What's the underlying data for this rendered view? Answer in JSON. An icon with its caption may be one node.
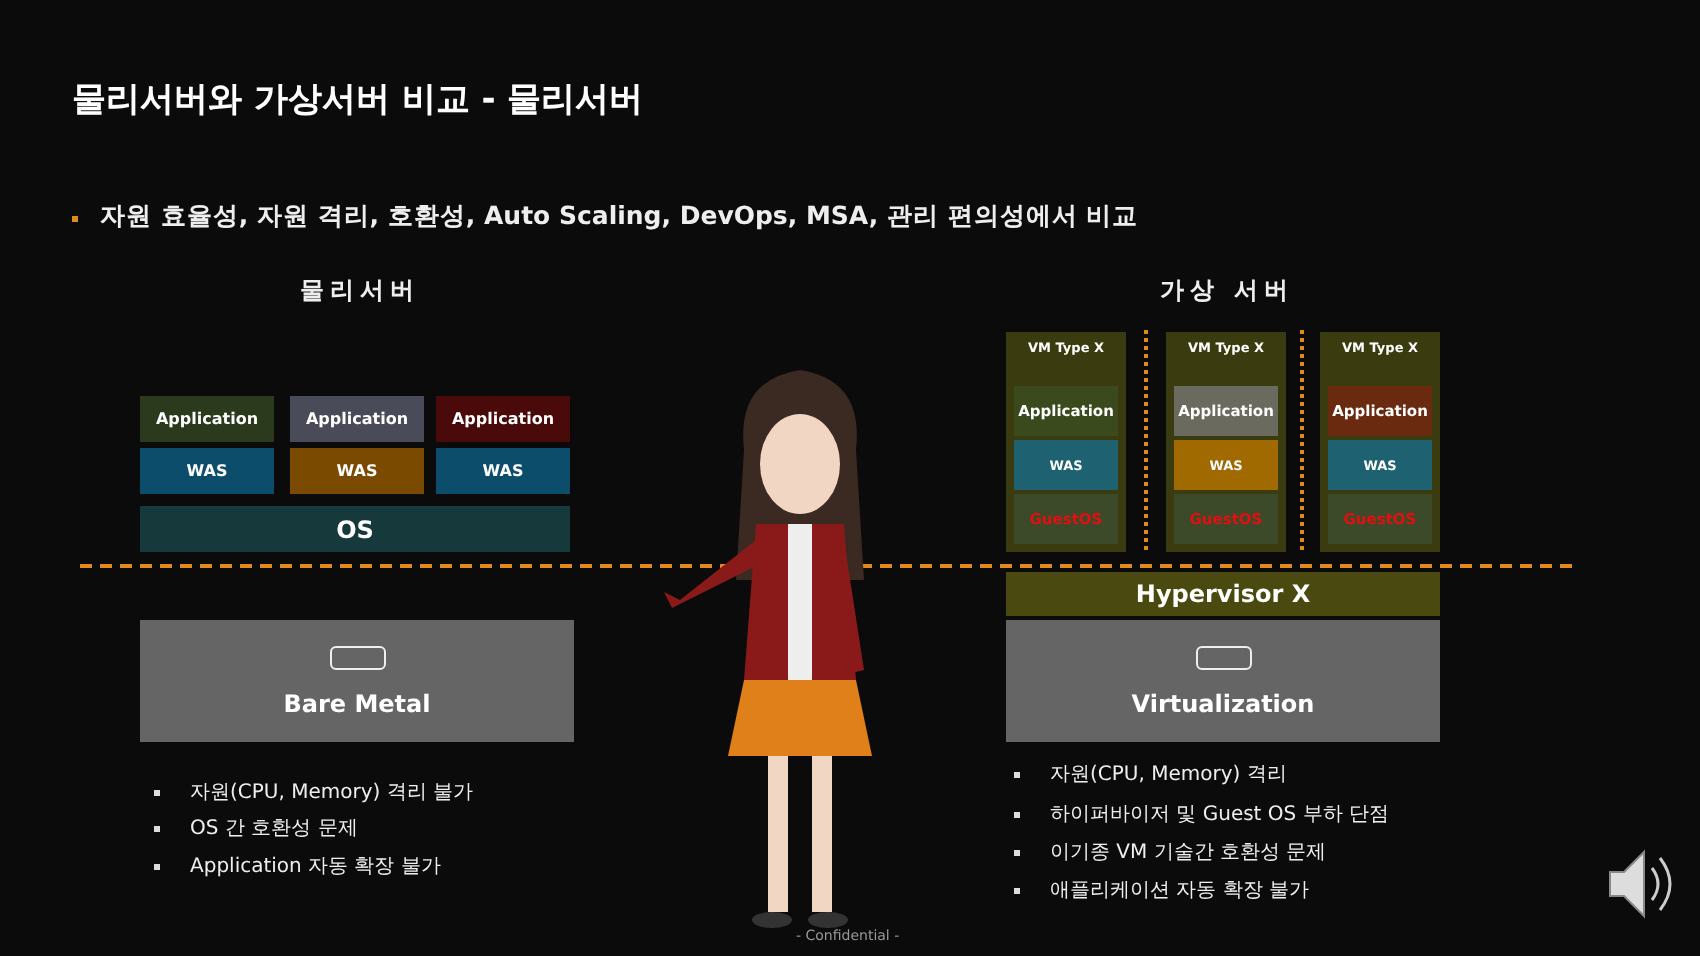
{
  "diagram": {
    "title": "물리서버와 가상서버 비교 - 물리서버",
    "nodes": [
      {
        "text": [
          "Application"
        ]
      },
      {
        "text": [
          "Application"
        ]
      },
      {
        "text": [
          "Application"
        ]
      },
      {
        "text": [
          "WAS"
        ]
      },
      {
        "text": [
          "WAS"
        ]
      },
      {
        "text": [
          "WAS"
        ]
      },
      {
        "text": [
          "OS"
        ]
      },
      {
        "text": [
          "VM Type X"
        ]
      },
      {
        "text": [
          "Application"
        ],
        "in": 7
      },
      {
        "text": [
          "WAS"
        ],
        "in": 7
      },
      {
        "text": [
          "GuestOS"
        ],
        "in": 7
      },
      {
        "text": [
          "VM Type X"
        ]
      },
      {
        "text": [
          "Application"
        ],
        "in": 11
      },
      {
        "text": [
          "WAS"
        ],
        "in": 11
      },
      {
        "text": [
          "GuestOS"
        ],
        "in": 11
      },
      {
        "text": [
          "VM Type X"
        ]
      },
      {
        "text": [
          "Application"
        ],
        "in": 15
      },
      {
        "text": [
          "WAS"
        ],
        "in": 15
      },
      {
        "text": [
          "GuestOS"
        ],
        "in": 15
      },
      {
        "text": [
          "Hypervisor X"
        ]
      },
      {
        "text": [
          "Bare Metal"
        ]
      },
      {
        "text": [
          "Virtualization"
        ]
      }
    ],
    "labels": [
      "자원 효율성, 자원 격리, 호환성, Auto Scaling, DevOps, MSA, 관리 편의성에서 비교",
      "물리서버",
      "가상 서버",
      "자원(CPU, Memory) 격리 불가",
      "OS 간 호환성 문제",
      "Application 자동 확장 불가",
      "자원(CPU, Memory) 격리",
      "하이퍼바이저 및 Guest OS 부하 단점",
      "이기종 VM 기술간 호환성 문제",
      "애플리케이션 자동 확장 불가",
      "- Confidential -"
    ]
  }
}
